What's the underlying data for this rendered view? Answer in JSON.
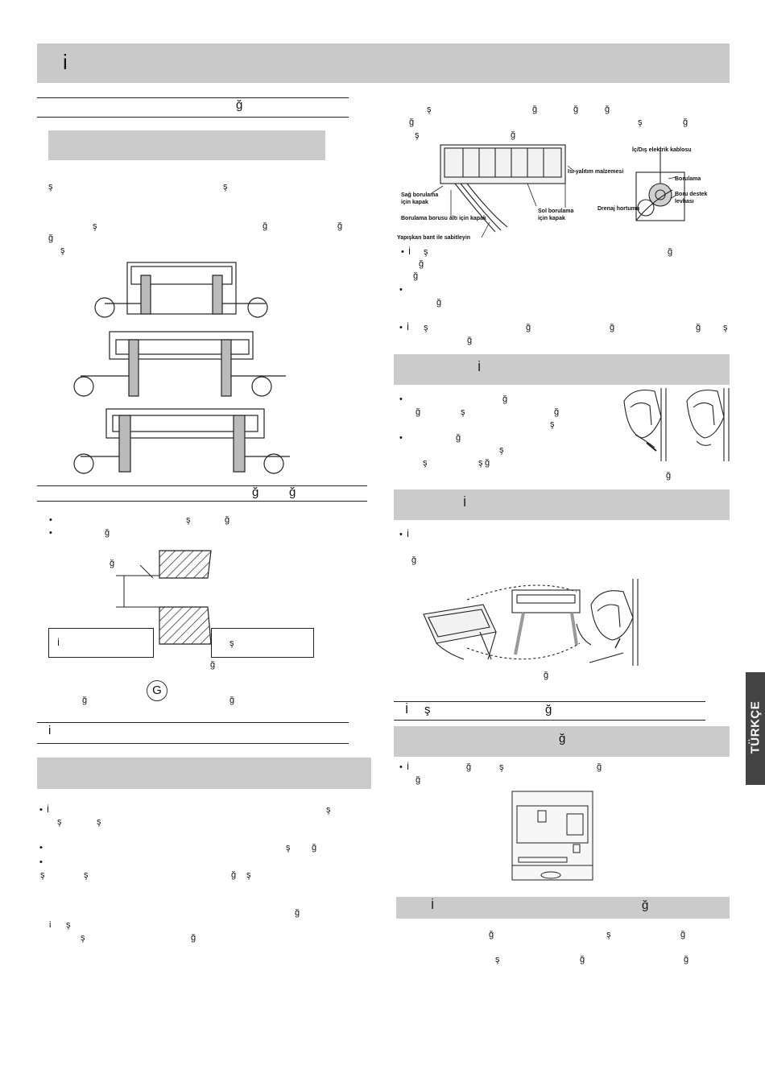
{
  "header": {
    "letter": "i"
  },
  "side_tab": {
    "label": "TÜRKÇE"
  },
  "left": {
    "rule1_char": "ğ",
    "p1": [
      "ş",
      "ş"
    ],
    "p2": [
      "ş",
      "ğ",
      "ğ",
      "ğ",
      "ş"
    ],
    "rule2_chars": [
      "ğ",
      "ğ"
    ],
    "bullets_a": [
      [
        "ş",
        "ğ"
      ],
      [
        "ğ"
      ]
    ],
    "diagram_g_label": "ğ",
    "box_left": "İ",
    "box_right": "ş",
    "box_right_sub": "ğ",
    "g_circle": "G",
    "g_line": [
      "ğ",
      "ğ"
    ],
    "rule3_char": "i",
    "bullets_b": [
      [
        "İ",
        "ş"
      ],
      [
        "ş",
        "ş"
      ]
    ],
    "bullets_c": [
      [
        "ş",
        "ğ"
      ]
    ],
    "p3": [
      "ş",
      "ş",
      "ğ",
      "ş"
    ],
    "p4": [
      "ğ",
      "i",
      "ş",
      "ş",
      "ğ"
    ]
  },
  "right": {
    "intro": [
      [
        "ş",
        "ğ",
        "ğ",
        "ğ"
      ],
      [
        "ğ",
        "ş",
        "ğ"
      ],
      [
        "ş",
        "ğ"
      ]
    ],
    "fig_labels": {
      "wire": "İç/Dış elektrik kablosu",
      "insulation": "Isı yalıtım malzemesi",
      "piping": "Borulama",
      "support": "Boru destek levhası",
      "right_cover": "Sağ borulama için kapak",
      "bottom_cover": "Borulama borusu altı için kapak",
      "left_cover": "Sol borulama için kapak",
      "drain": "Drenaj hortumu",
      "tape": "Yapışkan bant ile sabitleyin"
    },
    "bullets_a": [
      [
        "İ",
        "ş",
        "ğ"
      ],
      [
        "ğ"
      ],
      [
        "ğ"
      ],
      [
        "ğ"
      ],
      [
        "İ",
        "ş",
        "ğ",
        "ğ",
        "ğ",
        "ş"
      ],
      [
        "ğ"
      ]
    ],
    "section1_letter": "İ",
    "s1_bullets": [
      [
        "ğ"
      ],
      [
        "ğ",
        "ş",
        "ğ"
      ],
      [
        "ş"
      ],
      [
        "ğ"
      ],
      [
        "ş"
      ],
      [
        "ş",
        "ş",
        "ğ"
      ],
      [
        "ğ"
      ]
    ],
    "section2_letter": "İ",
    "s2_bullet": [
      "İ"
    ],
    "s2_line2": "ğ",
    "fig2_label": "ğ",
    "rule_line": [
      "İ",
      "ş",
      "ğ"
    ],
    "section3_char": "ğ",
    "s3_bullet": [
      [
        "İ",
        "ğ",
        "ş",
        "ğ"
      ],
      [
        "ğ"
      ]
    ],
    "section4_letter": "İ",
    "section4_char": "ğ",
    "s4_line1": [
      "ğ",
      "ş",
      "ğ"
    ],
    "s4_line2": [
      "ş",
      "ğ",
      "ğ"
    ]
  }
}
